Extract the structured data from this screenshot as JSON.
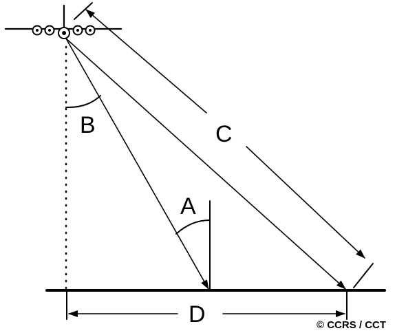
{
  "labels": {
    "a": "A",
    "b": "B",
    "c": "C",
    "d": "D"
  },
  "credit": "© CCRS / CCT"
}
